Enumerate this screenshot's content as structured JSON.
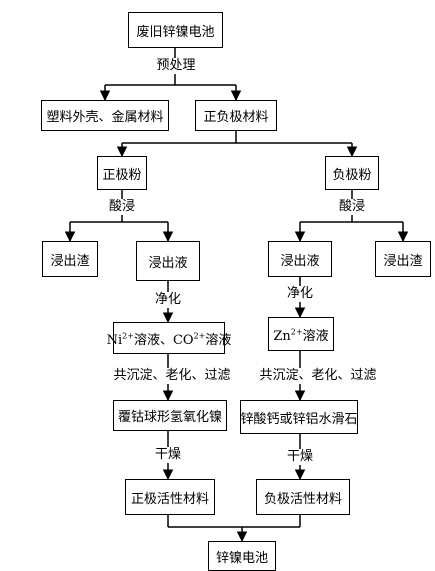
{
  "nodes": {
    "waste_battery": "废旧锌镍电池",
    "plastic_metal": "塑料外壳、金属材料",
    "electrode_material": "正负极材料",
    "positive_powder": "正极粉",
    "negative_powder": "负极粉",
    "residue_left": "浸出渣",
    "leachate_left": "浸出液",
    "leachate_right": "浸出液",
    "residue_right": "浸出渣",
    "ni_co_solution": {
      "ni": "Ni",
      "ni_charge": "2+",
      "mid": "溶液、CO",
      "co_charge": "2+",
      "end": "溶液"
    },
    "zn_solution": {
      "zn": "Zn",
      "zn_charge": "2+",
      "end": "溶液"
    },
    "coated_nickel_hydroxide": "覆钴球形氢氧化镍",
    "calcium_zincate": "锌酸钙或锌铝水滑石",
    "positive_active": "正极活性材料",
    "negative_active": "负极活性材料",
    "zn_ni_battery": "锌镍电池"
  },
  "steps": {
    "pretreatment": "预处理",
    "acid_leach_left": "酸浸",
    "acid_leach_right": "酸浸",
    "purify_left": "净化",
    "purify_right": "净化",
    "coprecip_left": "共沉淀、老化、过滤",
    "coprecip_right": "共沉淀、老化、过滤",
    "dry_left": "干燥",
    "dry_right": "干燥"
  }
}
